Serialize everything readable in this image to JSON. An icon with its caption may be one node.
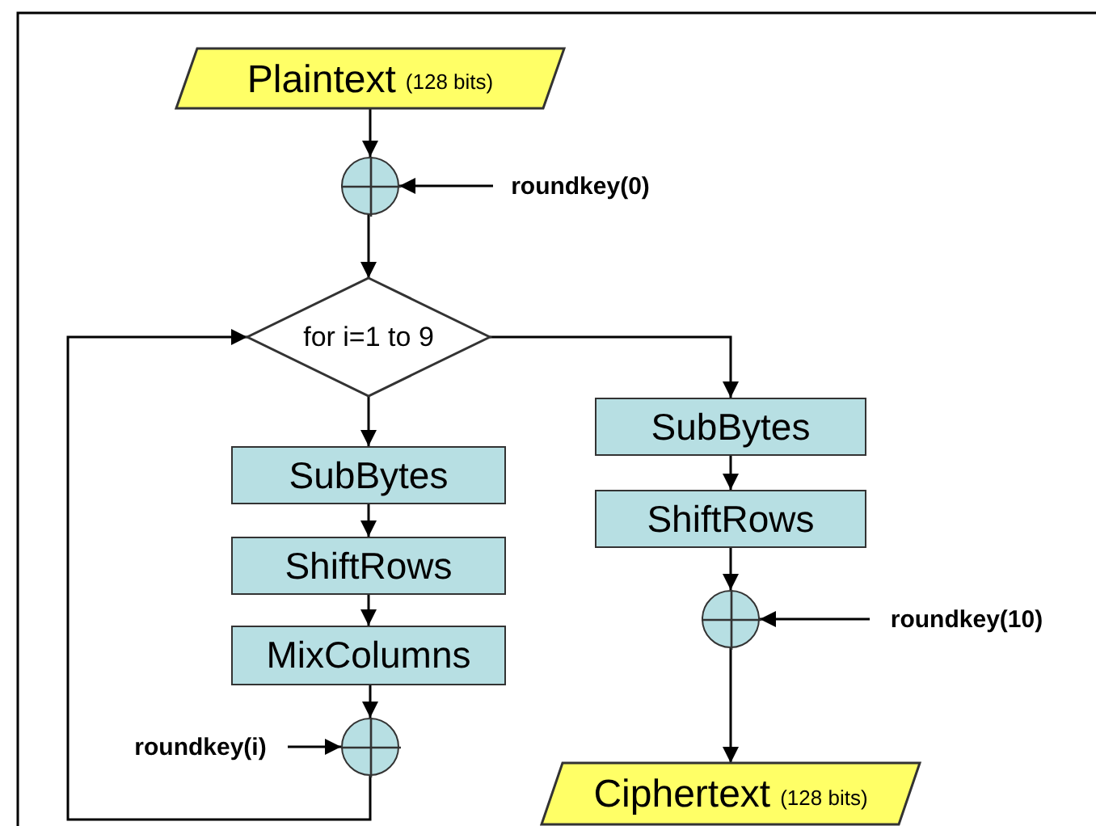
{
  "diagram": {
    "nodes": [
      {
        "text": [
          "Plaintext",
          "(128 bits)"
        ]
      },
      {
        "text": [],
        "shape": "circle"
      },
      {
        "text": [
          "roundkey(0)"
        ]
      },
      {
        "text": [
          "for i=1 to 9"
        ]
      },
      {
        "text": [
          "SubBytes"
        ]
      },
      {
        "text": [
          "ShiftRows"
        ]
      },
      {
        "text": [
          "MixColumns"
        ]
      },
      {
        "text": [],
        "shape": "circle"
      },
      {
        "text": [
          "roundkey(i)"
        ]
      },
      {
        "text": [
          "SubBytes"
        ]
      },
      {
        "text": [
          "ShiftRows"
        ]
      },
      {
        "text": [],
        "shape": "circle"
      },
      {
        "text": [
          "roundkey(10)"
        ]
      },
      {
        "text": [
          "Ciphertext",
          "(128 bits)"
        ]
      }
    ],
    "edges": [
      {
        "from": 0,
        "to": 1,
        "arrow": "to"
      },
      {
        "from": 2,
        "to": 1,
        "arrow": "to"
      },
      {
        "from": 1,
        "to": 3,
        "arrow": "to"
      },
      {
        "from": 3,
        "to": 4,
        "arrow": "to"
      },
      {
        "from": 4,
        "to": 5,
        "arrow": "to"
      },
      {
        "from": 5,
        "to": 6,
        "arrow": "to"
      },
      {
        "from": 6,
        "to": 7,
        "arrow": "to"
      },
      {
        "from": 8,
        "to": 7,
        "arrow": "to"
      },
      {
        "from": 7,
        "to": 3,
        "arrow": "to"
      },
      {
        "from": 3,
        "to": 9,
        "arrow": "to"
      },
      {
        "from": 9,
        "to": 10,
        "arrow": "to"
      },
      {
        "from": 10,
        "to": 11,
        "arrow": "to"
      },
      {
        "from": 12,
        "to": 11,
        "arrow": "to"
      },
      {
        "from": 11,
        "to": 13,
        "arrow": "to"
      }
    ]
  }
}
